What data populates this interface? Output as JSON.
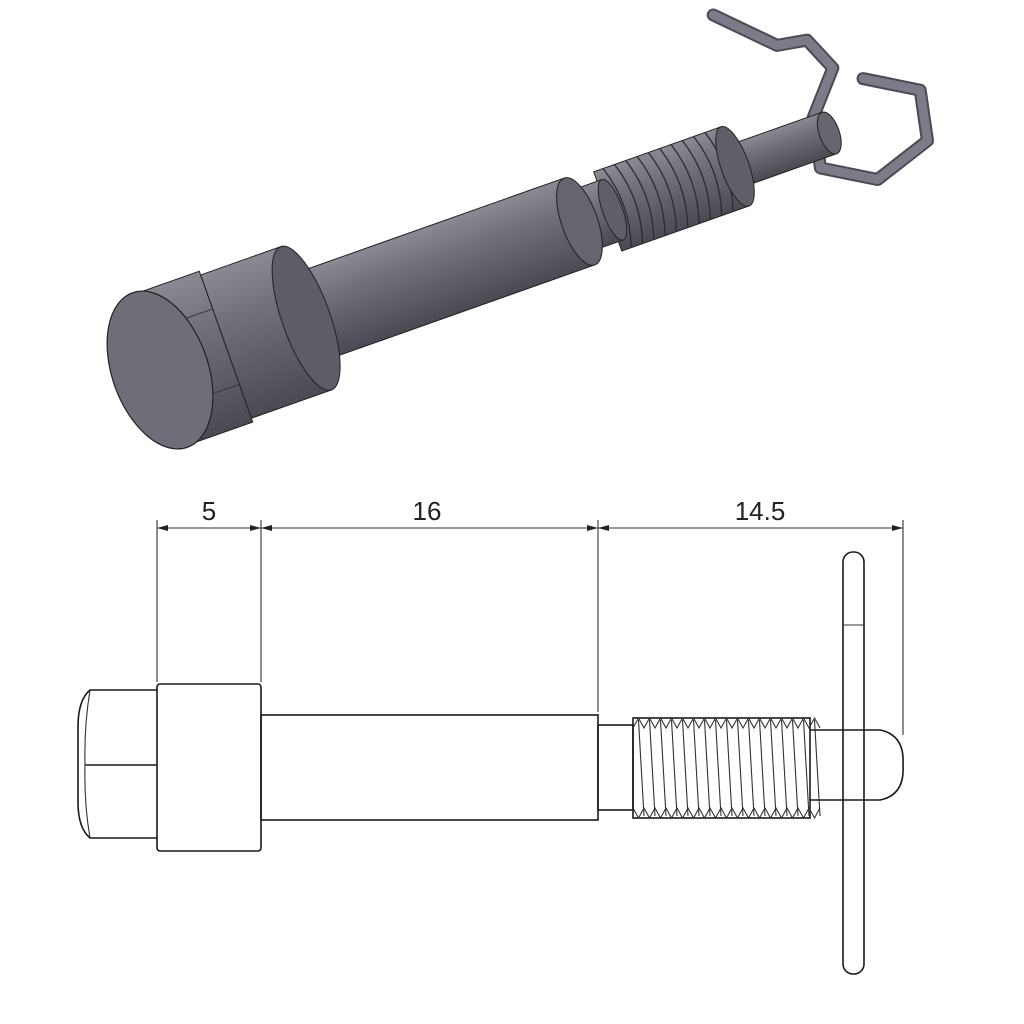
{
  "drawing": {
    "dimensions": [
      {
        "id": "collar-length",
        "label": "5",
        "value": 5
      },
      {
        "id": "shaft-length",
        "label": "16",
        "value": 16
      },
      {
        "id": "thread-length",
        "label": "14.5",
        "value": 14.5
      }
    ],
    "colors": {
      "render_body": "#6b6b76",
      "render_dark": "#4a4a54",
      "render_light": "#8a8a95",
      "line": "#1a1a1a"
    }
  }
}
